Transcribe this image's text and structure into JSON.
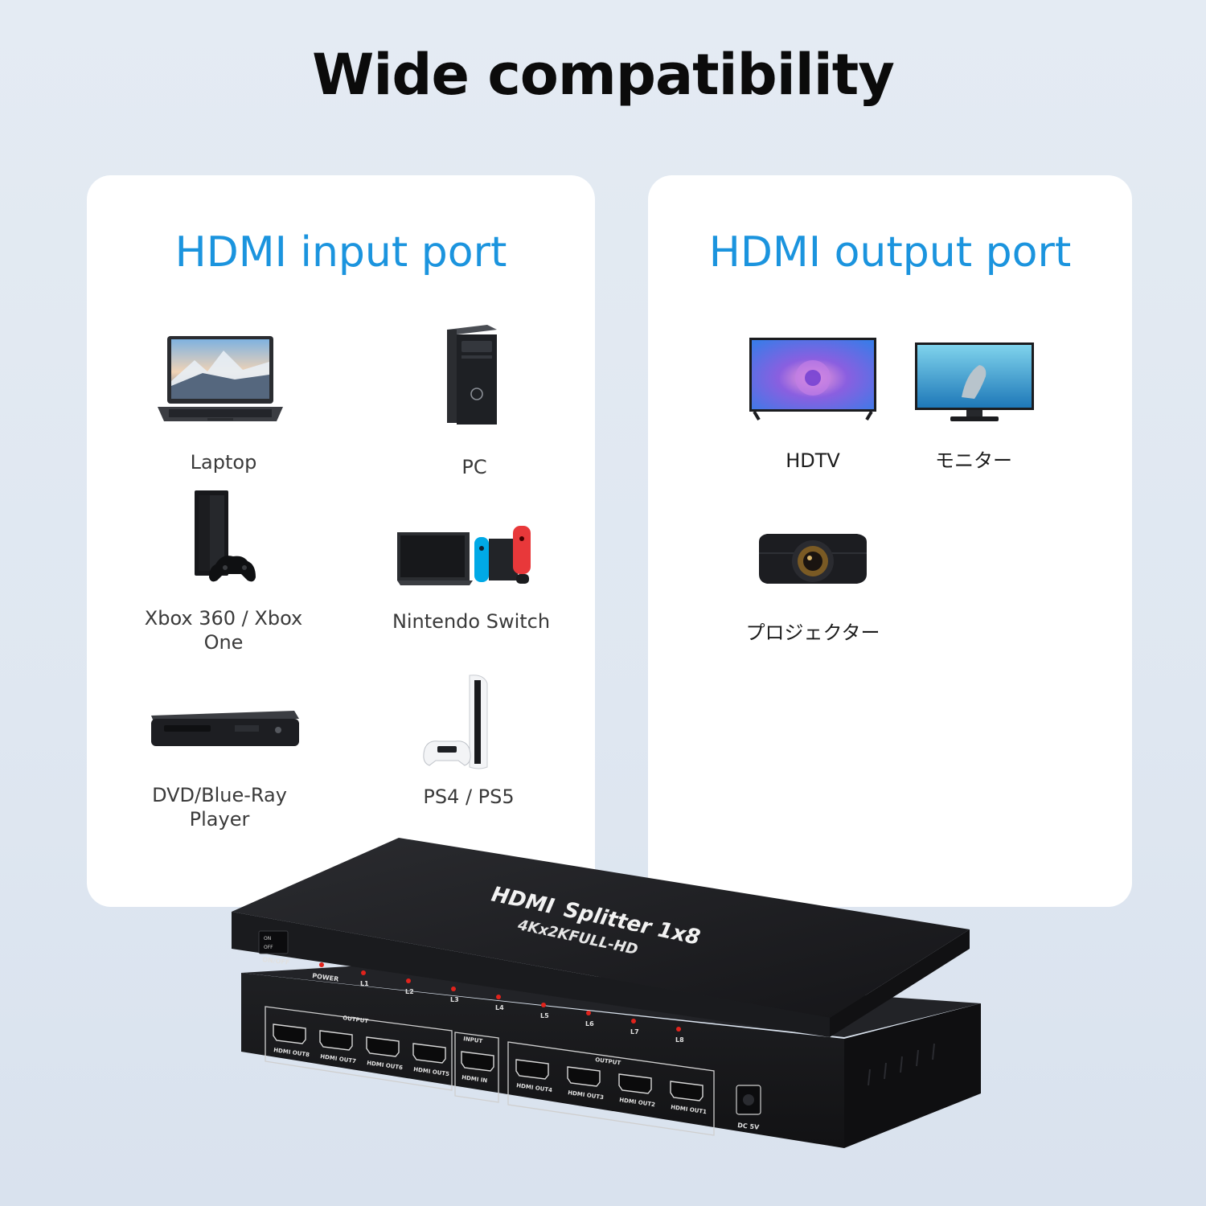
{
  "headline": "Wide compatibility",
  "input_panel": {
    "title": "HDMI input port",
    "devices": [
      {
        "label": "Laptop",
        "icon": "laptop-icon"
      },
      {
        "label": "PC",
        "icon": "desktop-tower-icon"
      },
      {
        "label": "Xbox 360 / Xbox One",
        "icon": "game-console-icon"
      },
      {
        "label": "Nintendo Switch",
        "icon": "handheld-console-icon"
      },
      {
        "label_line1": "DVD/Blue-Ray",
        "label_line2": "Player",
        "icon": "dvd-player-icon"
      },
      {
        "label": "PS4 / PS5",
        "icon": "ps5-icon"
      }
    ]
  },
  "output_panel": {
    "title": "HDMI output port",
    "devices": [
      {
        "label": "HDTV",
        "icon": "tv-icon"
      },
      {
        "label": "モニター",
        "icon": "monitor-icon"
      },
      {
        "label": "プロジェクター",
        "icon": "projector-icon"
      }
    ]
  },
  "splitter": {
    "brand": "HDMI",
    "model": "Splitter 1x8",
    "subtitle": "4Kx2KFULL-HD",
    "switch_label": "ON/OFF",
    "switch_on": "ON",
    "switch_off": "OFF",
    "power_label": "POWER",
    "leds": [
      "L1",
      "L2",
      "L3",
      "L4",
      "L5",
      "L6",
      "L7",
      "L8"
    ],
    "output_group": "OUTPUT",
    "input_group": "INPUT",
    "left_ports": [
      "HDMI OUT8",
      "HDMI OUT7",
      "HDMI OUT6",
      "HDMI OUT5"
    ],
    "input_port": "HDMI IN",
    "right_ports": [
      "HDMI OUT4",
      "HDMI OUT3",
      "HDMI OUT2",
      "HDMI OUT1"
    ],
    "dc_label": "DC 5V",
    "colors": {
      "body": "#1d1d1f",
      "led": "#e0231c"
    }
  },
  "colors": {
    "title_blue": "#1b94de",
    "panel": "#ffffff"
  }
}
